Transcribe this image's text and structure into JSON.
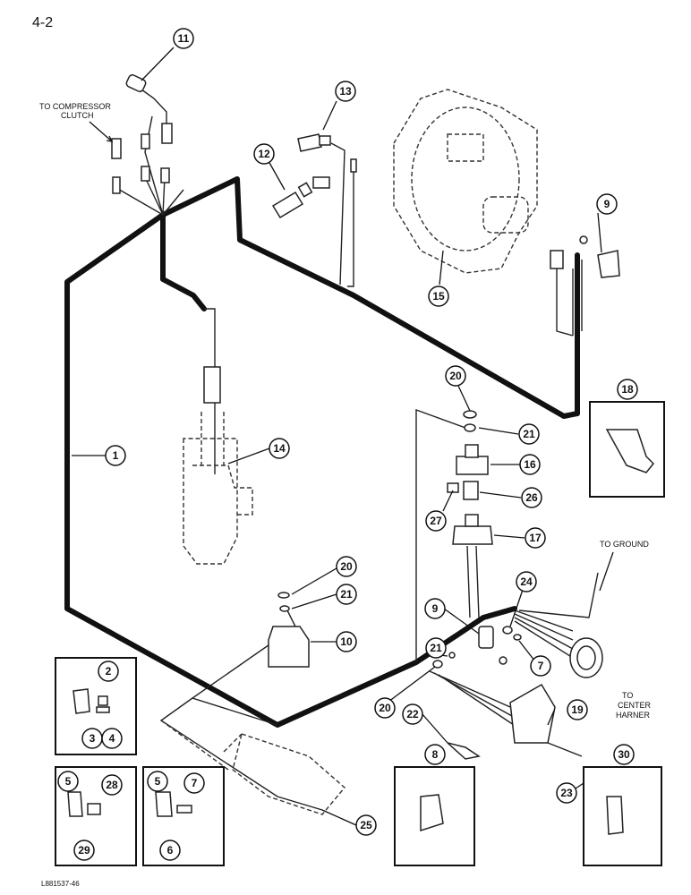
{
  "page_number": "4-2",
  "figure_code": "L881537-46",
  "labels": {
    "to_compressor_clutch_line1": "TO COMPRESSOR",
    "to_compressor_clutch_line2": "CLUTCH",
    "to_ground": "TO GROUND",
    "to_center_harner_line1": "TO",
    "to_center_harner_line2": "CENTER",
    "to_center_harner_line3": "HARNER"
  },
  "callouts": {
    "c1": "1",
    "c2": "2",
    "c3": "3",
    "c4": "4",
    "c5a": "5",
    "c5b": "5",
    "c6": "6",
    "c7a": "7",
    "c7b": "7",
    "c8": "8",
    "c9a": "9",
    "c9b": "9",
    "c10": "10",
    "c11": "11",
    "c12": "12",
    "c13": "13",
    "c14": "14",
    "c15": "15",
    "c16": "16",
    "c17": "17",
    "c18": "18",
    "c19": "19",
    "c20a": "20",
    "c20b": "20",
    "c20c": "20",
    "c21a": "21",
    "c21b": "21",
    "c21c": "21",
    "c22": "22",
    "c23": "23",
    "c24": "24",
    "c25": "25",
    "c26": "26",
    "c27": "27",
    "c28": "28",
    "c29": "29",
    "c30": "30"
  }
}
